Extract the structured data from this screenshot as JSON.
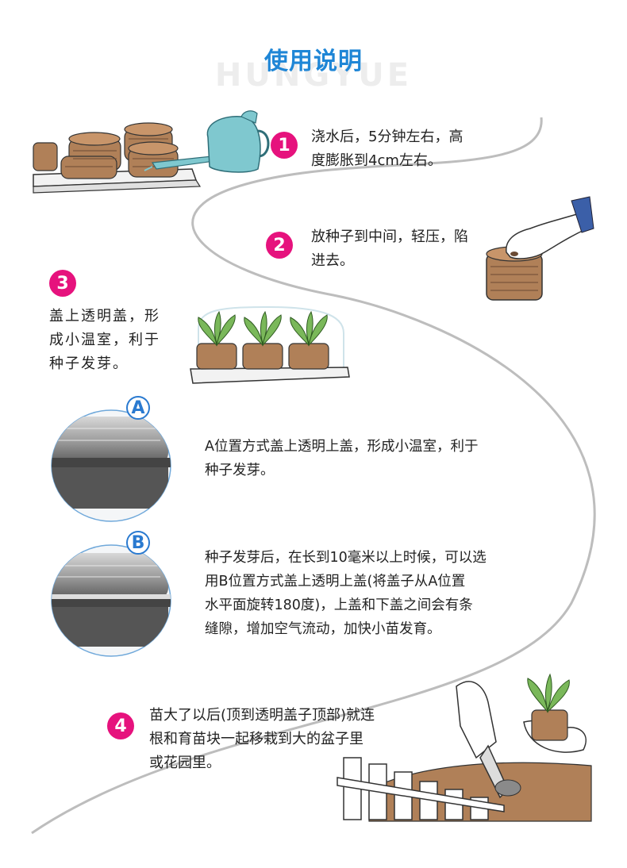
{
  "header": {
    "title": "使用说明",
    "watermark": "HUNGYUE"
  },
  "steps": [
    {
      "number": "1",
      "text_lines": [
        "浇水后，5分钟左右，高",
        "度膨胀到4cm左右。"
      ]
    },
    {
      "number": "2",
      "text_lines": [
        "放种子到中间，轻压，陷",
        "进去。"
      ]
    },
    {
      "number": "3",
      "text_lines": [
        "盖上透明盖，形",
        "成小温室，利于",
        "种子发芽。"
      ]
    },
    {
      "number": "4",
      "text_lines": [
        "苗大了以后(顶到透明盖子顶部)就连",
        "根和育苗块一起移栽到大的盆子里",
        "或花园里。"
      ]
    }
  ],
  "lid_positions": [
    {
      "label": "A",
      "text_lines": [
        "A位置方式盖上透明上盖，形成小温室，利于",
        "种子发芽。"
      ]
    },
    {
      "label": "B",
      "text_lines": [
        "种子发芽后，在长到10毫米以上时候，可以选",
        "用B位置方式盖上透明上盖(将盖子从A位置",
        "水平面旋转180度)，上盖和下盖之间会有条",
        "缝隙，增加空气流动，加快小苗发育。"
      ]
    }
  ],
  "colors": {
    "title_blue": "#1f86d6",
    "badge_magenta": "#e6127d",
    "label_blue": "#2a7ad0",
    "curve_gray": "#bdbdbd",
    "can_teal": "#7fc8cf",
    "soil_brown": "#b08058"
  },
  "icons": {
    "step1": "watering-pellets-illustration",
    "step2": "hand-press-seed-illustration",
    "step3": "seedling-tray-illustration",
    "lid_a": "tray-lid-a-photo",
    "lid_b": "tray-lid-b-photo",
    "step4": "transplant-illustration"
  }
}
